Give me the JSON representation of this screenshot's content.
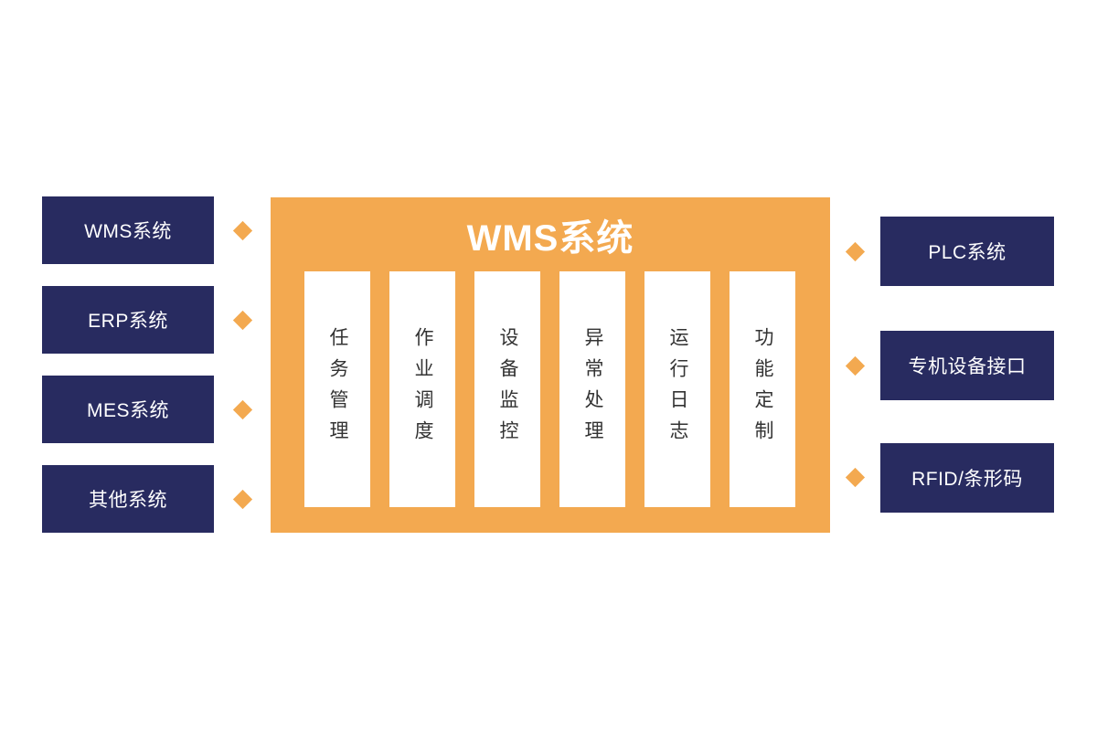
{
  "colors": {
    "navy": "#282B60",
    "orange": "#F3A950",
    "column_text": "#333333",
    "white": "#FFFFFF"
  },
  "left": {
    "items": [
      {
        "label": "WMS系统"
      },
      {
        "label": "ERP系统"
      },
      {
        "label": "MES系统"
      },
      {
        "label": "其他系统"
      }
    ]
  },
  "center": {
    "title": "WMS系统",
    "columns": [
      {
        "label": "任务管理"
      },
      {
        "label": "作业调度"
      },
      {
        "label": "设备监控"
      },
      {
        "label": "异常处理"
      },
      {
        "label": "运行日志"
      },
      {
        "label": "功能定制"
      }
    ]
  },
  "right": {
    "items": [
      {
        "label": "PLC系统"
      },
      {
        "label": "专机设备接口"
      },
      {
        "label": "RFID/条形码"
      }
    ]
  },
  "icons": {
    "connector": "diamond-icon"
  }
}
